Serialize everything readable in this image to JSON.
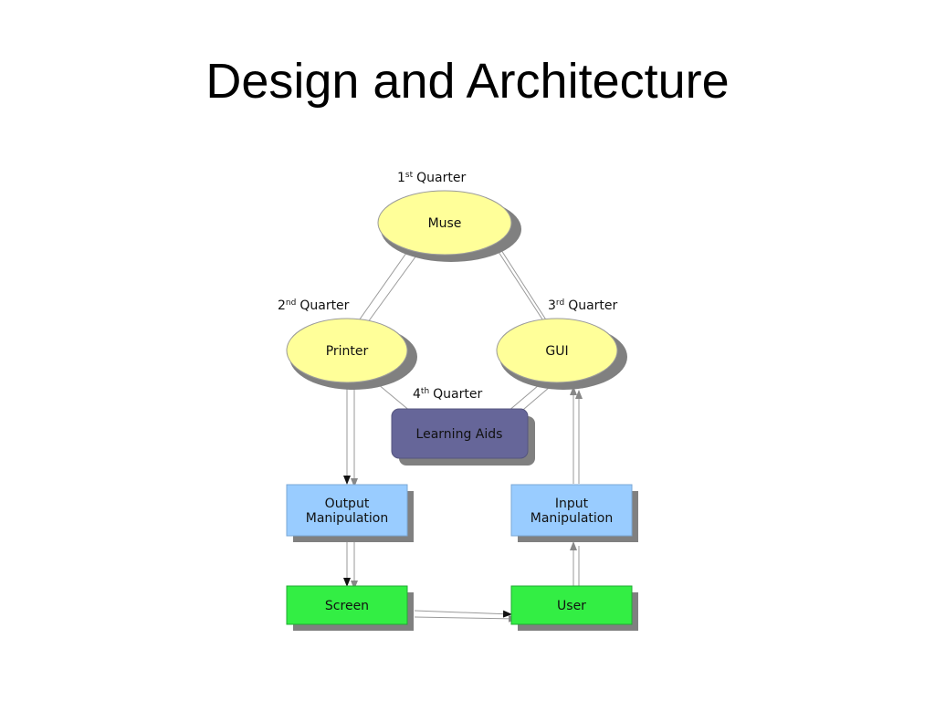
{
  "title": "Design and Architecture",
  "colors": {
    "ellipse_fill": "#ffff99",
    "learning_aids_fill": "#666699",
    "manipulation_fill": "#99ccff",
    "io_fill": "#33ee44",
    "shadow": "#808080",
    "arrow_line": "#9a9a9a"
  },
  "diagram": {
    "quarters": {
      "first": {
        "num": "1",
        "sup": "st",
        "word": "Quarter"
      },
      "second": {
        "num": "2",
        "sup": "nd",
        "word": "Quarter"
      },
      "third": {
        "num": "3",
        "sup": "rd",
        "word": "Quarter"
      },
      "fourth": {
        "num": "4",
        "sup": "th",
        "word": "Quarter"
      }
    },
    "nodes": {
      "muse": "Muse",
      "printer": "Printer",
      "gui": "GUI",
      "learning_aids": "Learning Aids",
      "output_manipulation": [
        "Output",
        "Manipulation"
      ],
      "input_manipulation": [
        "Input",
        "Manipulation"
      ],
      "screen": "Screen",
      "user": "User"
    }
  }
}
